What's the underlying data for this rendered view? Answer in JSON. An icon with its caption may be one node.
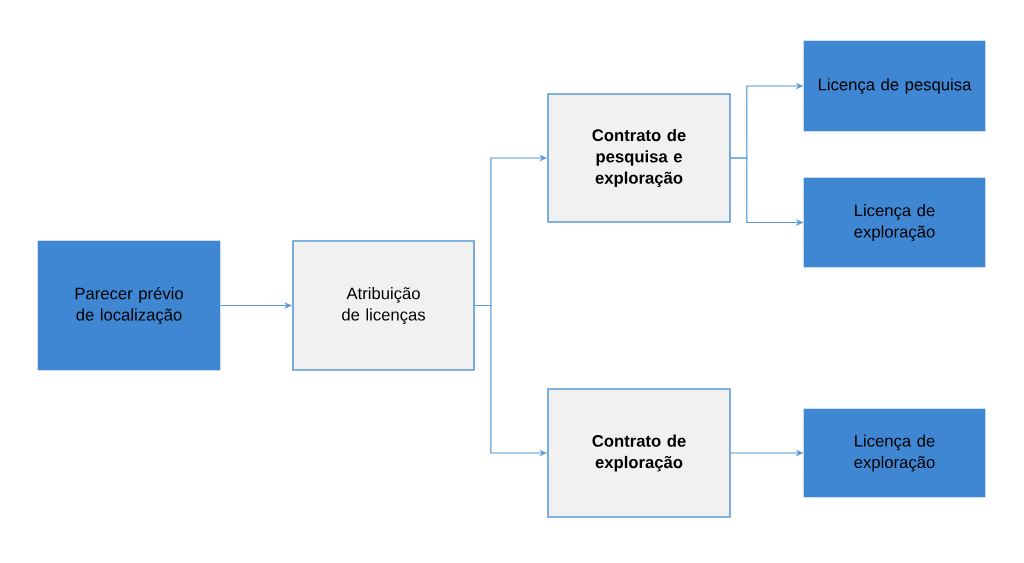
{
  "diagram": {
    "nodes": [
      {
        "text": [
          "Parecer prévio de localização"
        ]
      },
      {
        "text": [
          "Atribuição de licenças"
        ]
      },
      {
        "text": [
          "Contrato de pesquisa e exploração"
        ]
      },
      {
        "text": [
          "Contrato de exploração"
        ]
      },
      {
        "text": [
          "Licença de pesquisa"
        ]
      },
      {
        "text": [
          "Licença de exploração"
        ]
      },
      {
        "text": [
          "Licença de exploração"
        ]
      }
    ],
    "edges": [
      {
        "from": 0,
        "to": 1,
        "arrow": "to"
      },
      {
        "from": 1,
        "to": 2,
        "arrow": "to"
      },
      {
        "from": 1,
        "to": 3,
        "arrow": "to"
      },
      {
        "from": 2,
        "to": 4,
        "arrow": "to"
      },
      {
        "from": 2,
        "to": 5,
        "arrow": "to"
      },
      {
        "from": 3,
        "to": 6,
        "arrow": "to"
      }
    ]
  }
}
